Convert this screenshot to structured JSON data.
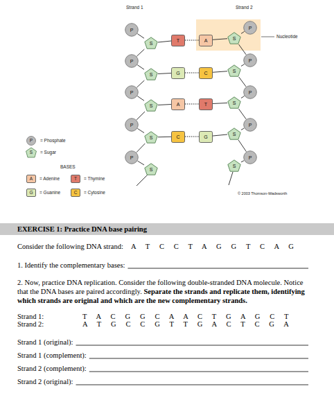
{
  "diagram": {
    "title": "EXERCISE 1: Practice DNA base pairing",
    "nodes": [
      {
        "text": [
          "P"
        ]
      },
      {
        "text": [
          "S"
        ]
      },
      {
        "text": [
          "T"
        ]
      },
      {
        "text": [
          "A"
        ]
      },
      {
        "text": [
          "S"
        ]
      },
      {
        "text": [
          "P"
        ]
      },
      {
        "text": [
          "P"
        ]
      },
      {
        "text": [
          "S"
        ]
      },
      {
        "text": [
          "G"
        ]
      },
      {
        "text": [
          "C"
        ]
      },
      {
        "text": [
          "S"
        ]
      },
      {
        "text": [
          "P"
        ]
      },
      {
        "text": [
          "P"
        ]
      },
      {
        "text": [
          "S"
        ]
      },
      {
        "text": [
          "A"
        ]
      },
      {
        "text": [
          "T"
        ]
      },
      {
        "text": [
          "S"
        ]
      },
      {
        "text": [
          "P"
        ]
      },
      {
        "text": [
          "P"
        ]
      },
      {
        "text": [
          "S"
        ]
      },
      {
        "text": [
          "C"
        ]
      },
      {
        "text": [
          "G"
        ]
      },
      {
        "text": [
          "S"
        ]
      },
      {
        "text": [
          "P"
        ]
      },
      {
        "text": [
          "P"
        ]
      },
      {
        "text": [
          "S"
        ]
      },
      {
        "text": [
          "S"
        ]
      },
      {
        "text": [
          "P"
        ]
      }
    ],
    "edges": [
      {
        "from": 0,
        "to": 1,
        "arrow": "none"
      },
      {
        "from": 1,
        "to": 6,
        "arrow": "none"
      },
      {
        "from": 6,
        "to": 7,
        "arrow": "none"
      },
      {
        "from": 7,
        "to": 12,
        "arrow": "none"
      },
      {
        "from": 12,
        "to": 13,
        "arrow": "none"
      },
      {
        "from": 13,
        "to": 18,
        "arrow": "none"
      },
      {
        "from": 18,
        "to": 19,
        "arrow": "none"
      },
      {
        "from": 19,
        "to": 24,
        "arrow": "none"
      },
      {
        "from": 24,
        "to": 25,
        "arrow": "none"
      },
      {
        "from": 5,
        "to": 4,
        "arrow": "none"
      },
      {
        "from": 4,
        "to": 11,
        "arrow": "none"
      },
      {
        "from": 11,
        "to": 10,
        "arrow": "none"
      },
      {
        "from": 10,
        "to": 17,
        "arrow": "none"
      },
      {
        "from": 17,
        "to": 16,
        "arrow": "none"
      },
      {
        "from": 16,
        "to": 23,
        "arrow": "none"
      },
      {
        "from": 23,
        "to": 22,
        "arrow": "none"
      },
      {
        "from": 22,
        "to": 27,
        "arrow": "none"
      },
      {
        "from": 27,
        "to": 26,
        "arrow": "none"
      },
      {
        "from": 1,
        "to": 2,
        "arrow": "none"
      },
      {
        "from": 7,
        "to": 8,
        "arrow": "none"
      },
      {
        "from": 13,
        "to": 14,
        "arrow": "none"
      },
      {
        "from": 19,
        "to": 20,
        "arrow": "none"
      },
      {
        "from": 4,
        "to": 3,
        "arrow": "none"
      },
      {
        "from": 10,
        "to": 9,
        "arrow": "none"
      },
      {
        "from": 16,
        "to": 15,
        "arrow": "none"
      },
      {
        "from": 22,
        "to": 21,
        "arrow": "none"
      },
      {
        "from": 2,
        "to": 3,
        "arrow": "none"
      },
      {
        "from": 8,
        "to": 9,
        "arrow": "none"
      },
      {
        "from": 14,
        "to": 15,
        "arrow": "none"
      },
      {
        "from": 20,
        "to": 21,
        "arrow": "none"
      }
    ],
    "labels": [
      "Strand 1",
      "Strand 2",
      "Nucleotide",
      "P",
      "S",
      "BASES",
      "A",
      "T",
      "G",
      "C",
      "© 2003 Thomson-Wadsworth",
      "Consider the following DNA strand:",
      "A T C C T A G G T C A G",
      "1. Identify the complementary bases:",
      "2. Now, practice DNA replication. Consider the following double-stranded DNA molecule. Notice that the DNA bases are paired accordingly.",
      "Separate the strands and replicate them, identifying which strands are original and which are the new complementary strands.",
      "Strand 1:",
      "T A C G G C A A C T G A G C T",
      "Strand 2:",
      "A T G C C G T T G A C T C G A",
      "Strand 1 (original):",
      "Strand 1 (complement):",
      "Strand 2 (complement):",
      "Strand 2 (original):"
    ],
    "legend": [
      {
        "text": "= Phosphate"
      },
      {
        "text": "= Sugar"
      },
      {
        "text": "= Adenine",
        "color": "#f5c6a5"
      },
      {
        "text": "= Thymine",
        "color": "#e07a6b"
      },
      {
        "text": "= Guanine",
        "color": "#dce9b5"
      },
      {
        "text": "= Cytosine",
        "color": "#f6c341"
      }
    ]
  }
}
